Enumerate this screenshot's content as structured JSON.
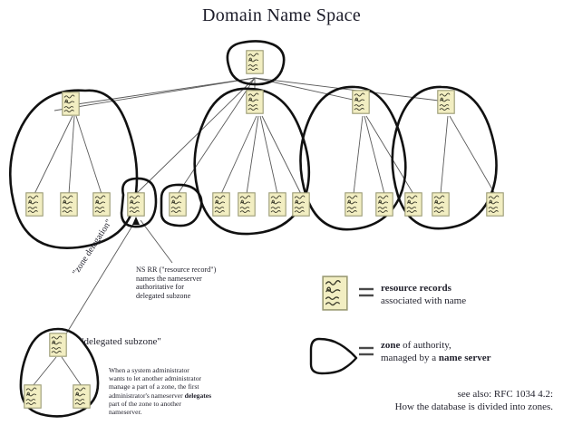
{
  "title": "Domain Name Space",
  "colors": {
    "node_fill": "#f2eec2",
    "node_stroke": "#9a9a74",
    "squiggle": "#3a3a2a",
    "zone_stroke": "#111111",
    "edge_stroke": "#555555",
    "text": "#23232e",
    "background": "#ffffff"
  },
  "annotations": {
    "zone_delegation_label": "\"zone delegation\"",
    "delegated_subzone_label": "\"delegated subzone\"",
    "ns_rr": {
      "line1": "NS RR (\"resource record\")",
      "line2": "names the nameserver",
      "line3": "authoritative for",
      "line4": "delegated subzone"
    },
    "paragraph": {
      "line1": "When a system administrator",
      "line2": "wants to let another administrator",
      "line3": "manage a part of a zone, the first",
      "line4_a": "administrator's nameserver ",
      "line4_b": "delegates",
      "line5": "part of the zone to another",
      "line6": "nameserver."
    }
  },
  "legend": {
    "equals": "=",
    "resource_records": {
      "line1": "resource records",
      "line2": "associated with name"
    },
    "zone": {
      "line1_a": "zone",
      "line1_b": " of authority,",
      "line2_a": "managed by a ",
      "line2_b": "name server"
    }
  },
  "see_also": {
    "line1": "see also: RFC 1034 4.2:",
    "line2": "How the database is divided into zones."
  },
  "diagram": {
    "node_icon": "resource-record-icon",
    "zones": [
      {
        "id": "root-zone",
        "nodes": 1,
        "label": "root"
      },
      {
        "id": "left-zone",
        "nodes": 4,
        "label": "left zone: 1 parent, 3 children"
      },
      {
        "id": "delegated-zone-a",
        "nodes": 1,
        "label": "delegated subzone node"
      },
      {
        "id": "delegated-zone-b",
        "nodes": 1,
        "label": "sibling subzone node"
      },
      {
        "id": "middle-zone",
        "nodes": 5,
        "label": "middle zone: 1 parent, 4 children"
      },
      {
        "id": "right-zone",
        "nodes": 4,
        "label": "right zone: 1 parent, 3 children"
      },
      {
        "id": "far-right-zone",
        "nodes": 3,
        "label": "far right zone: 1 parent, 2 children"
      },
      {
        "id": "subzone-detail",
        "nodes": 3,
        "label": "delegated subzone detail: 1 parent, 2 children"
      }
    ]
  }
}
